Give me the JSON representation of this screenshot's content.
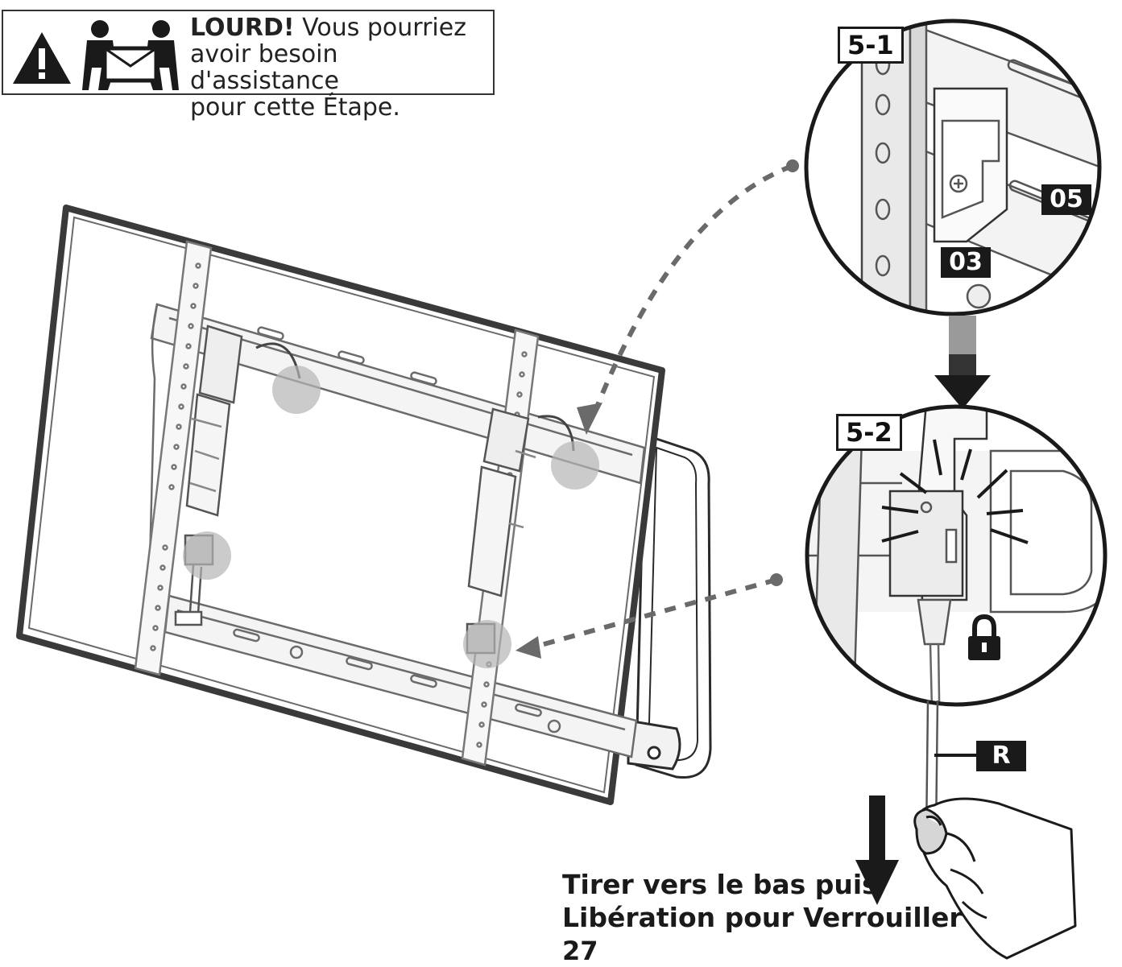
{
  "warning": {
    "heavy_label": "LOURD!",
    "line1_rest": " Vous pourriez",
    "line2": "avoir besoin d'assistance",
    "line3": "pour cette Étape.",
    "icons": [
      "warning-triangle-icon",
      "two-person-lift-icon"
    ]
  },
  "callouts": {
    "step_5_1": "5-1",
    "step_5_2": "5-2",
    "part_05": "05",
    "part_03": "03",
    "part_r": "R"
  },
  "instruction": {
    "line1": "Tirer vers le bas puis",
    "line2": "Libération pour Verrouiller"
  },
  "page_number": "27",
  "icons": {
    "lock": "lock-icon",
    "pull_arrow": "arrow-down-icon"
  },
  "colors": {
    "ink": "#1a1a1a",
    "highlight": "#b5b5b5",
    "dash": "#6a6a6a",
    "frame": "#3a3a3a"
  }
}
